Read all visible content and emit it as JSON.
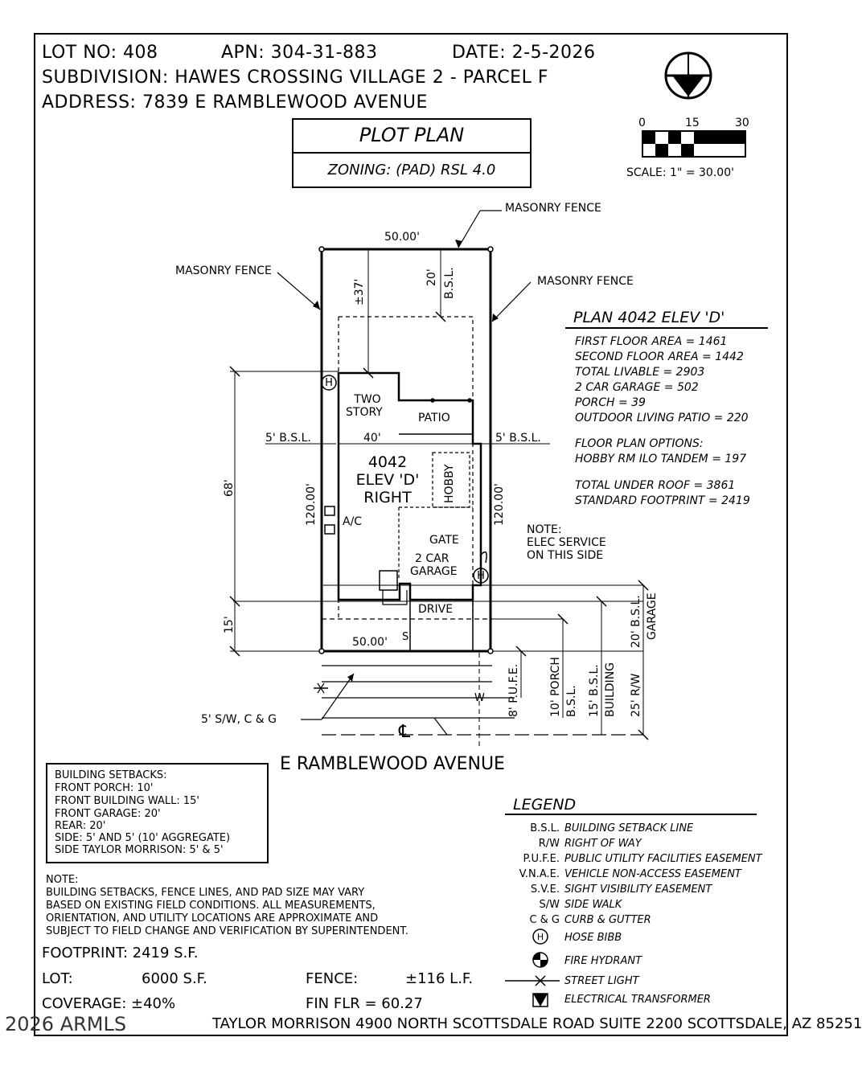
{
  "header": {
    "lot_no": "LOT NO: 408",
    "apn": "APN: 304-31-883",
    "date": "DATE: 2-5-2026",
    "subdivision": "SUBDIVISION: HAWES CROSSING VILLAGE 2 - PARCEL F",
    "address": "ADDRESS: 7839 E RAMBLEWOOD AVENUE"
  },
  "title_block": {
    "title": "PLOT PLAN",
    "zoning": "ZONING: (PAD) RSL 4.0"
  },
  "scale": {
    "label_0": "0",
    "label_15": "15",
    "label_30": "30",
    "text": "SCALE: 1\" = 30.00'"
  },
  "plan_info": {
    "title": "PLAN 4042 ELEV 'D'",
    "lines": [
      "FIRST FLOOR AREA = 1461",
      "SECOND FLOOR AREA = 1442",
      "TOTAL LIVABLE = 2903",
      "2 CAR GARAGE = 502",
      "PORCH = 39",
      "OUTDOOR LIVING PATIO = 220"
    ],
    "options_title": "FLOOR PLAN OPTIONS:",
    "options_line": "HOBBY RM ILO TANDEM = 197",
    "total_under_roof": "TOTAL UNDER ROOF = 3861",
    "standard_footprint": "STANDARD FOOTPRINT = 2419"
  },
  "drawing": {
    "masonry_fence_top": "MASONRY FENCE",
    "masonry_fence_left": "MASONRY FENCE",
    "masonry_fence_right": "MASONRY FENCE",
    "lot_width_top": "50.00'",
    "lot_width_bottom": "50.00'",
    "rear_bsl": "20'",
    "rear_bsl_label": "B.S.L.",
    "rear_dist": "±37'",
    "side_bsl_left": "5' B.S.L.",
    "side_bsl_right": "5' B.S.L.",
    "house_width": "40'",
    "house_depth": "68'",
    "front_dist": "15'",
    "lot_depth_left": "120.00'",
    "lot_depth_right": "120.00'",
    "two_story_1": "TWO",
    "two_story_2": "STORY",
    "patio": "PATIO",
    "plan_1": "4042",
    "plan_2": "ELEV 'D'",
    "plan_3": "RIGHT",
    "hobby": "HOBBY",
    "ac": "A/C",
    "gate": "GATE",
    "garage_1": "2 CAR",
    "garage_2": "GARAGE",
    "drive": "DRIVE",
    "hose_bibb_symbol": "H",
    "note_1": "NOTE:",
    "note_2": "ELEC SERVICE",
    "note_3": "ON THIS SIDE",
    "sw_label": "5' S/W, C & G",
    "pufe": "8' P.U.F.E.",
    "porch_bsl_1": "10' PORCH",
    "porch_bsl_2": "B.S.L.",
    "building_bsl_1": "15' B.S.L.",
    "building_bsl_2": "BUILDING",
    "rw": "25' R/W",
    "garage_bsl_1": "20' B.S.L.",
    "garage_bsl_2": "GARAGE",
    "s_mark": "S",
    "w_mark": "W",
    "centerline": "℄",
    "street": "E  RAMBLEWOOD AVENUE"
  },
  "setbacks": {
    "lines": [
      "BUILDING SETBACKS:",
      "FRONT PORCH: 10'",
      "FRONT BUILDING WALL: 15'",
      "FRONT GARAGE: 20'",
      "REAR: 20'",
      "SIDE: 5' AND 5' (10' AGGREGATE)",
      "SIDE TAYLOR MORRISON: 5' & 5'"
    ]
  },
  "note": {
    "lines": [
      "NOTE:",
      "BUILDING SETBACKS, FENCE LINES, AND PAD SIZE MAY VARY",
      "BASED ON EXISTING FIELD CONDITIONS.  ALL MEASUREMENTS,",
      "ORIENTATION, AND UTILITY LOCATIONS ARE APPROXIMATE AND",
      "SUBJECT TO FIELD CHANGE AND VERIFICATION BY SUPERINTENDENT."
    ]
  },
  "stats": {
    "footprint": "FOOTPRINT: 2419 S.F.",
    "lot_label": "LOT:",
    "lot_value": "6000 S.F.",
    "fence_label": "FENCE:",
    "fence_value": "±116 L.F.",
    "coverage": "COVERAGE: ±40%",
    "fin_flr": "FIN FLR = 60.27"
  },
  "legend": {
    "title": "LEGEND",
    "items": [
      {
        "abbr": "B.S.L.",
        "desc": "BUILDING SETBACK LINE"
      },
      {
        "abbr": "R/W",
        "desc": "RIGHT OF WAY"
      },
      {
        "abbr": "P.U.F.E.",
        "desc": "PUBLIC UTILITY FACILITIES EASEMENT"
      },
      {
        "abbr": "V.N.A.E.",
        "desc": "VEHICLE NON-ACCESS EASEMENT"
      },
      {
        "abbr": "S.V.E.",
        "desc": "SIGHT VISIBILITY EASEMENT"
      },
      {
        "abbr": "S/W",
        "desc": "SIDE WALK"
      },
      {
        "abbr": "C & G",
        "desc": "CURB & GUTTER"
      }
    ],
    "symbols": [
      {
        "icon": "hose-bibb-icon",
        "desc": "HOSE BIBB"
      },
      {
        "icon": "fire-hydrant-icon",
        "desc": "FIRE HYDRANT"
      },
      {
        "icon": "street-light-icon",
        "desc": "STREET LIGHT"
      },
      {
        "icon": "electrical-transformer-icon",
        "desc": "ELECTRICAL TRANSFORMER"
      }
    ]
  },
  "footer": {
    "watermark": "2026 ARMLS",
    "company": "TAYLOR MORRISON 4900 NORTH SCOTTSDALE ROAD SUITE 2200 SCOTTSDALE, AZ  85251"
  }
}
